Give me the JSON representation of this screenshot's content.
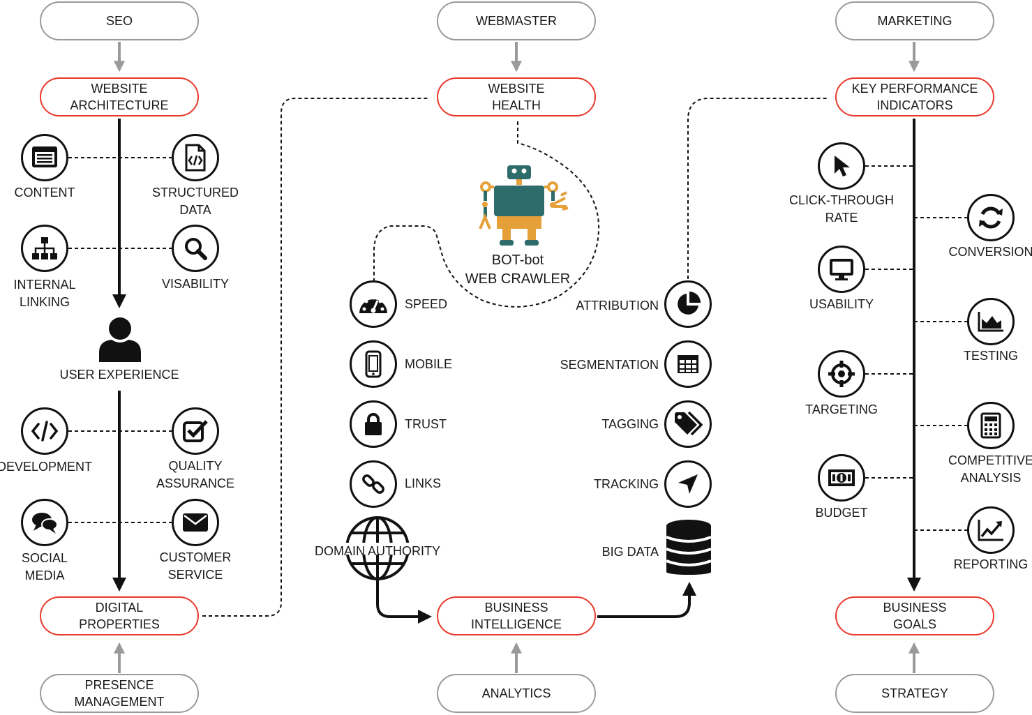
{
  "columns": {
    "seo": {
      "source": "SEO",
      "top": "WEBSITE\nARCHITECTURE",
      "user_experience": "USER EXPERIENCE",
      "bottom": "DIGITAL\nPROPERTIES",
      "sink": "PRESENCE\nMANAGEMENT",
      "items": {
        "content": "CONTENT",
        "structured_data": "STRUCTURED\nDATA",
        "internal_linking": "INTERNAL\nLINKING",
        "visability": "VISABILITY",
        "development": "DEVELOPMENT",
        "quality_assurance": "QUALITY\nASSURANCE",
        "social_media": "SOCIAL\nMEDIA",
        "customer_service": "CUSTOMER\nSERVICE"
      }
    },
    "webmaster": {
      "source": "WEBMASTER",
      "top": "WEBSITE\nHEALTH",
      "crawler": "BOT-bot\nWEB CRAWLER",
      "bottom": "BUSINESS\nINTELLIGENCE",
      "sink": "ANALYTICS",
      "left_items": {
        "speed": "SPEED",
        "mobile": "MOBILE",
        "trust": "TRUST",
        "links": "LINKS",
        "domain_authority": "DOMAIN AUTHORITY"
      },
      "right_items": {
        "attribution": "ATTRIBUTION",
        "segmentation": "SEGMENTATION",
        "tagging": "TAGGING",
        "tracking": "TRACKING",
        "big_data": "BIG DATA"
      }
    },
    "marketing": {
      "source": "MARKETING",
      "top": "KEY PERFORMANCE\nINDICATORS",
      "bottom": "BUSINESS\nGOALS",
      "sink": "STRATEGY",
      "items": {
        "click_through_rate": "CLICK-THROUGH\nRATE",
        "conversion": "CONVERSION",
        "usability": "USABILITY",
        "testing": "TESTING",
        "targeting": "TARGETING",
        "competitive_analysis": "COMPETITIVE\nANALYSIS",
        "budget": "BUDGET",
        "reporting": "REPORTING"
      }
    }
  },
  "colors": {
    "grey_border": "#9a9a9a",
    "red_border": "#e8392b",
    "robot_body": "#2e6b6b",
    "robot_accent": "#e6a03a"
  }
}
